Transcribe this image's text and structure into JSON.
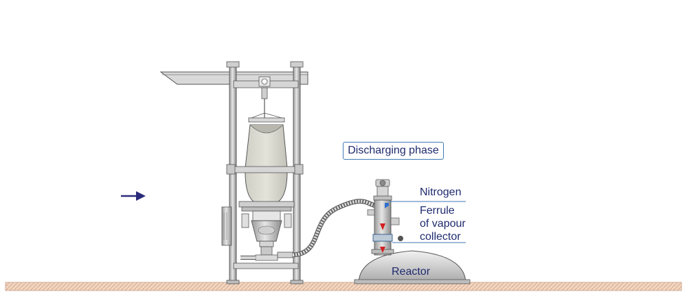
{
  "phase_label": "Discharging phase",
  "labels": {
    "nitrogen": "Nitrogen",
    "ferrule_line1": "Ferrule",
    "ferrule_line2": "of vapour",
    "ferrule_line3": "collector",
    "reactor": "Reactor"
  },
  "colors": {
    "arrow": "#2a2a7c",
    "label_text": "#1f2a6e",
    "flow_arrow": "#d42020",
    "nitrogen_arrow": "#2e6fd1",
    "floor": "#e9c9b0",
    "steel": "#c8c8c8",
    "outline": "#555555"
  }
}
